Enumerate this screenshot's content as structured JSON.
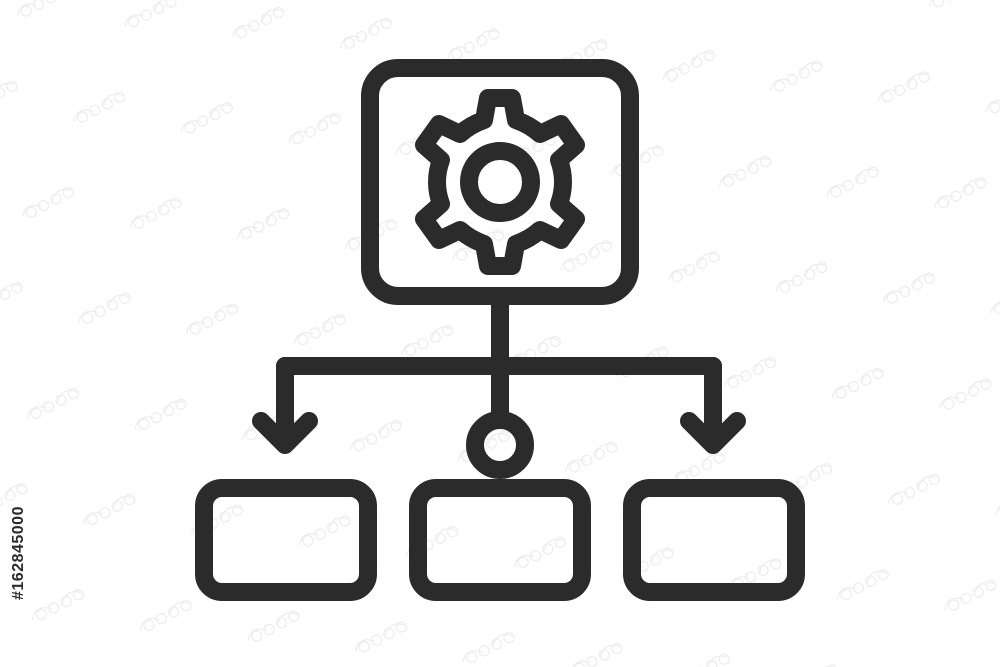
{
  "image": {
    "stock_id": "#162845000",
    "watermark_text": "Adobe Stock"
  },
  "colors": {
    "background": "#ffffff",
    "stroke": "#2b2b2b",
    "watermark": "#b8b8b8"
  },
  "diagram": {
    "root": {
      "icon": "gear-icon"
    },
    "connectors": {
      "branch_count": 3
    },
    "children": [
      {
        "id": "left",
        "icon": "arrow-down-icon"
      },
      {
        "id": "middle",
        "icon": "circle-node-icon"
      },
      {
        "id": "right",
        "icon": "arrow-down-icon"
      }
    ]
  }
}
